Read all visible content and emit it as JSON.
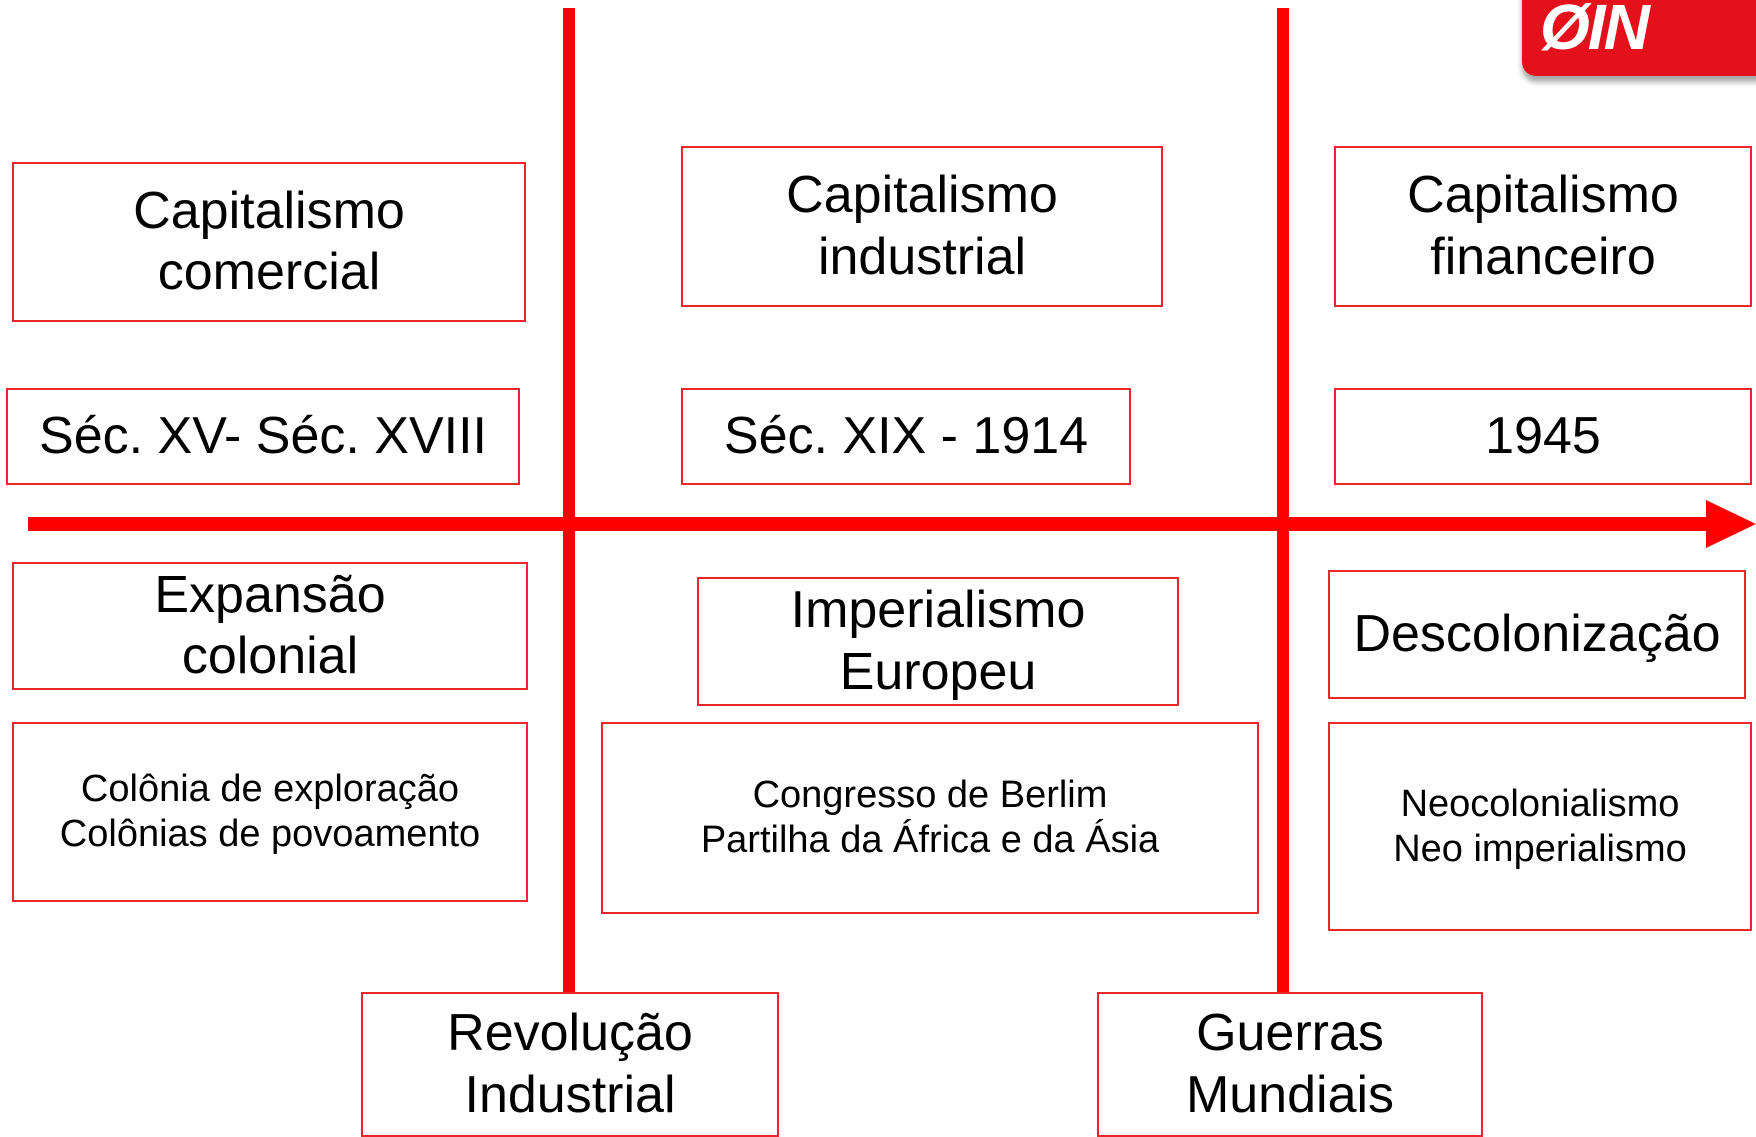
{
  "colors": {
    "accent": "#FF0000",
    "box_border": "#E8262B",
    "text": "#000000",
    "logo_background": "#E4111C"
  },
  "timeline": {
    "periods": [
      {
        "phase": [
          "Capitalismo",
          "comercial"
        ],
        "dates": "Séc. XV- Séc. XVIII",
        "process": [
          "Expansão",
          "colonial"
        ],
        "details": [
          "Colônia de exploração",
          "Colônias de povoamento"
        ]
      },
      {
        "phase": [
          "Capitalismo",
          "industrial"
        ],
        "dates": "Séc. XIX - 1914",
        "process": [
          "Imperialismo",
          "Europeu"
        ],
        "details": [
          "Congresso de Berlim",
          "Partilha da África e da Ásia"
        ]
      },
      {
        "phase": [
          "Capitalismo",
          "financeiro"
        ],
        "dates": "1945",
        "process": [
          "Descolonização"
        ],
        "details": [
          "Neocolonialismo",
          "Neo imperialismo"
        ]
      }
    ],
    "dividers": [
      {
        "label": [
          "Revolução",
          "Industrial"
        ]
      },
      {
        "label": [
          "Guerras",
          "Mundiais"
        ]
      }
    ]
  },
  "logo": {
    "icon": "brand-logo"
  }
}
